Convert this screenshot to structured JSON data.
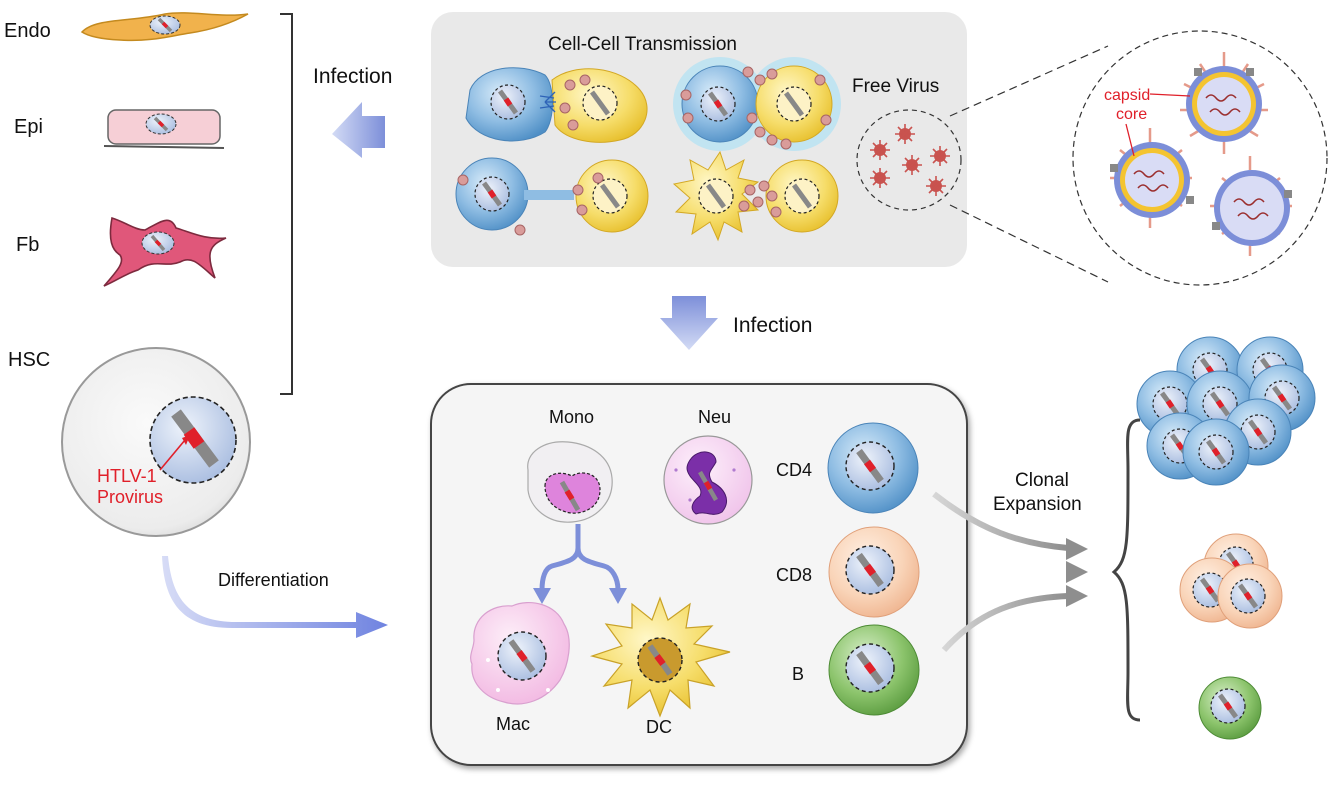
{
  "labels": {
    "endo": "Endo",
    "epi": "Epi",
    "fb": "Fb",
    "hsc": "HSC",
    "provirus_line1": "HTLV-1",
    "provirus_line2": "Provirus",
    "infection_left": "Infection",
    "infection_down": "Infection",
    "cell_cell_transmission": "Cell-Cell Transmission",
    "free_virus": "Free Virus",
    "capsid_line1": "capsid",
    "capsid_line2": "core",
    "differentiation": "Differentiation",
    "mono": "Mono",
    "neu": "Neu",
    "mac": "Mac",
    "dc": "DC",
    "cd4": "CD4",
    "cd8": "CD8",
    "b": "B",
    "clonal_line1": "Clonal",
    "clonal_line2": "Expansion"
  },
  "colors": {
    "provirus_red": "#e0202a",
    "blue_cell": "#7fb2dc",
    "yellow_cell": "#f3dd72",
    "green_cell": "#7fbc62",
    "peach_cell": "#f5c8a8",
    "arrow_blue": "#8d9ede",
    "panel_gray": "#e9e9e9"
  },
  "icons": [
    "endothelial-cell-icon",
    "epithelial-cell-icon",
    "fibroblast-cell-icon",
    "hematopoietic-stem-cell-icon",
    "virion-icon",
    "monocyte-icon",
    "neutrophil-icon",
    "macrophage-icon",
    "dendritic-cell-icon",
    "t-cell-icon",
    "b-cell-icon"
  ]
}
